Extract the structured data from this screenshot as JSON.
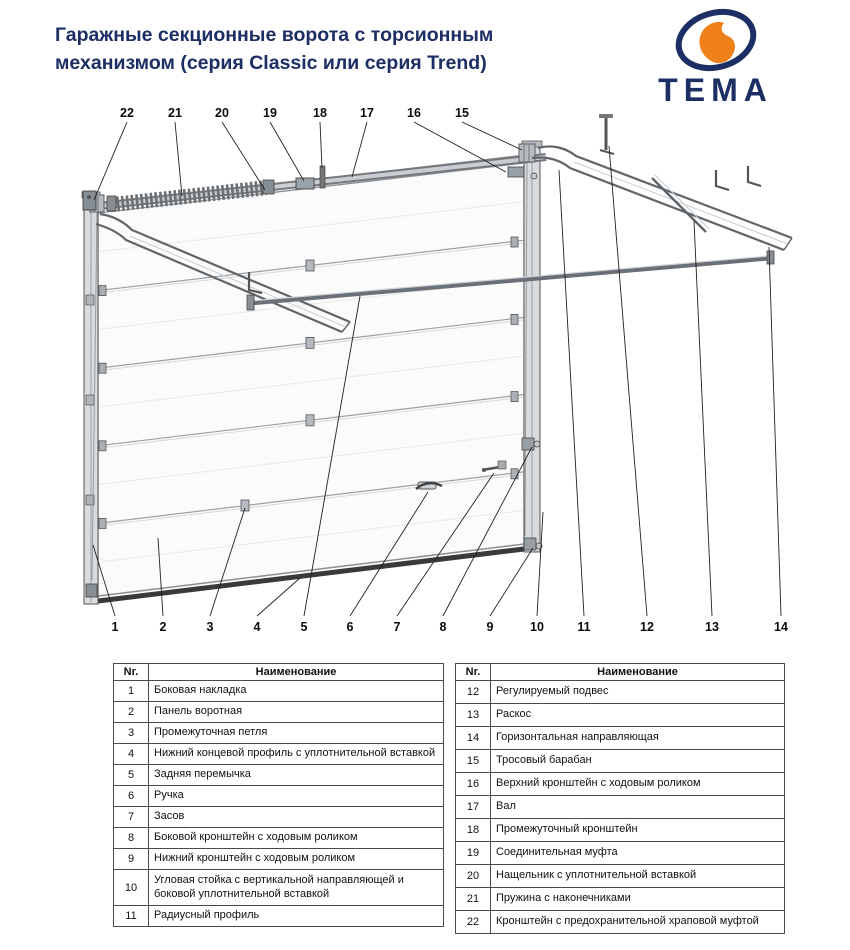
{
  "title": {
    "line1": "Гаражные секционные ворота с торсионным",
    "line2": "механизмом (серия Classic или серия Trend)"
  },
  "logo": {
    "name": "ТЕМА"
  },
  "colors": {
    "title_navy": "#1c2e63",
    "logo_orange": "#f08019"
  },
  "diagram": {
    "callouts_top": [
      "22",
      "21",
      "20",
      "19",
      "18",
      "17",
      "16",
      "15"
    ],
    "callouts_bottom": [
      "1",
      "2",
      "3",
      "4",
      "5",
      "6",
      "7",
      "8",
      "9",
      "10",
      "11",
      "12",
      "13",
      "14"
    ]
  },
  "parts_table": {
    "nr_header": "Nr.",
    "name_header": "Наименование",
    "left": [
      {
        "nr": "1",
        "name": "Боковая накладка"
      },
      {
        "nr": "2",
        "name": "Панель воротная"
      },
      {
        "nr": "3",
        "name": "Промежуточная петля"
      },
      {
        "nr": "4",
        "name": "Нижний концевой профиль с уплотнительной вставкой"
      },
      {
        "nr": "5",
        "name": "Задняя перемычка"
      },
      {
        "nr": "6",
        "name": "Ручка"
      },
      {
        "nr": "7",
        "name": "Засов"
      },
      {
        "nr": "8",
        "name": "Боковой кронштейн с ходовым роликом"
      },
      {
        "nr": "9",
        "name": "Нижний кронштейн с ходовым роликом"
      },
      {
        "nr": "10",
        "name": "Угловая стойка с вертикальной направляющей и боковой уплотнительной вставкой"
      },
      {
        "nr": "11",
        "name": "Радиусный профиль"
      }
    ],
    "right": [
      {
        "nr": "12",
        "name": "Регулируемый подвес"
      },
      {
        "nr": "13",
        "name": "Раскос"
      },
      {
        "nr": "14",
        "name": "Горизонтальная направляющая"
      },
      {
        "nr": "15",
        "name": "Тросовый барабан"
      },
      {
        "nr": "16",
        "name": "Верхний кронштейн с ходовым роликом"
      },
      {
        "nr": "17",
        "name": "Вал"
      },
      {
        "nr": "18",
        "name": "Промежуточный кронштейн"
      },
      {
        "nr": "19",
        "name": "Соединительная муфта"
      },
      {
        "nr": "20",
        "name": "Нащельник с уплотнительной вставкой"
      },
      {
        "nr": "21",
        "name": "Пружина с наконечниками"
      },
      {
        "nr": "22",
        "name": "Кронштейн с предохранительной храповой муфтой"
      }
    ]
  }
}
